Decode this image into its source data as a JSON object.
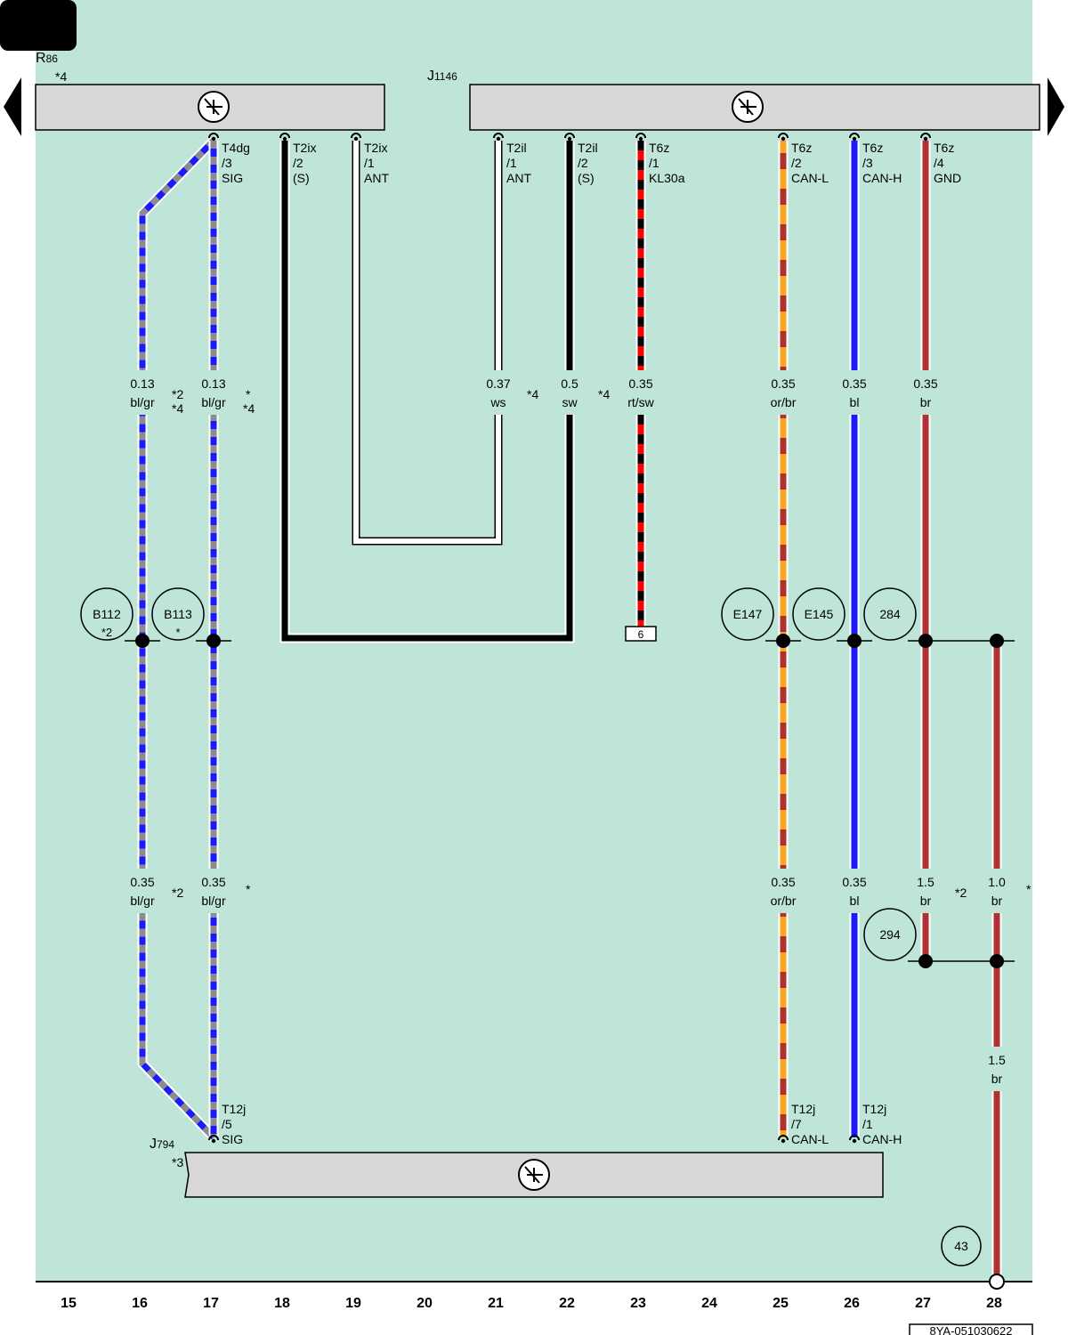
{
  "page": {
    "id": "8YA-051030622"
  },
  "colors": {
    "background": "#bfe5d8",
    "component_fill": "#d8d8d8",
    "bl": "#1a1aff",
    "gr": "#8c8c8c",
    "sw": "#000000",
    "ws": "#ffffff",
    "rt": "#ff0000",
    "or": "#f5a623",
    "br": "#b03030"
  },
  "components": {
    "r86": {
      "name": "R",
      "sub": "86",
      "note": "*4"
    },
    "j1146": {
      "name": "J",
      "sub": "1146"
    },
    "j794": {
      "name": "J",
      "sub": "794",
      "note": "*3"
    }
  },
  "pins": [
    {
      "l1": "T4dg",
      "l2": "/3",
      "l3": "SIG"
    },
    {
      "l1": "T2ix",
      "l2": "/2",
      "l3": "(S)"
    },
    {
      "l1": "T2ix",
      "l2": "/1",
      "l3": "ANT"
    },
    {
      "l1": "T2il",
      "l2": "/1",
      "l3": "ANT"
    },
    {
      "l1": "T2il",
      "l2": "/2",
      "l3": "(S)"
    },
    {
      "l1": "T6z",
      "l2": "/1",
      "l3": "KL30a"
    },
    {
      "l1": "T6z",
      "l2": "/2",
      "l3": "CAN-L"
    },
    {
      "l1": "T6z",
      "l2": "/3",
      "l3": "CAN-H"
    },
    {
      "l1": "T6z",
      "l2": "/4",
      "l3": "GND"
    },
    {
      "l1": "T12j",
      "l2": "/5",
      "l3": "SIG"
    },
    {
      "l1": "T12j",
      "l2": "/7",
      "l3": "CAN-L"
    },
    {
      "l1": "T12j",
      "l2": "/1",
      "l3": "CAN-H"
    }
  ],
  "wire_labels": [
    {
      "size": "0.13",
      "color": "bl/gr"
    },
    {
      "size": "0.13",
      "color": "bl/gr"
    },
    {
      "size": "0.37",
      "color": "ws"
    },
    {
      "size": "0.5",
      "color": "sw"
    },
    {
      "size": "0.35",
      "color": "rt/sw"
    },
    {
      "size": "0.35",
      "color": "or/br"
    },
    {
      "size": "0.35",
      "color": "bl"
    },
    {
      "size": "0.35",
      "color": "br"
    },
    {
      "size": "0.35",
      "color": "bl/gr"
    },
    {
      "size": "0.35",
      "color": "bl/gr"
    },
    {
      "size": "0.35",
      "color": "or/br"
    },
    {
      "size": "0.35",
      "color": "bl"
    },
    {
      "size": "1.5",
      "color": "br"
    },
    {
      "size": "1.0",
      "color": "br"
    },
    {
      "size": "1.5",
      "color": "br"
    }
  ],
  "notes": [
    "*2",
    "*4",
    "*",
    "*4",
    "*4",
    "*4",
    "*2",
    "*",
    "*2",
    "*"
  ],
  "connectors": [
    {
      "id": "B112",
      "note": "*2"
    },
    {
      "id": "B113",
      "note": "*"
    },
    {
      "id": "E147"
    },
    {
      "id": "E145"
    },
    {
      "id": "284"
    },
    {
      "id": "294"
    },
    {
      "id": "43"
    }
  ],
  "plug_box": "6",
  "columns": [
    "15",
    "16",
    "17",
    "18",
    "19",
    "20",
    "21",
    "22",
    "23",
    "24",
    "25",
    "26",
    "27",
    "28"
  ]
}
